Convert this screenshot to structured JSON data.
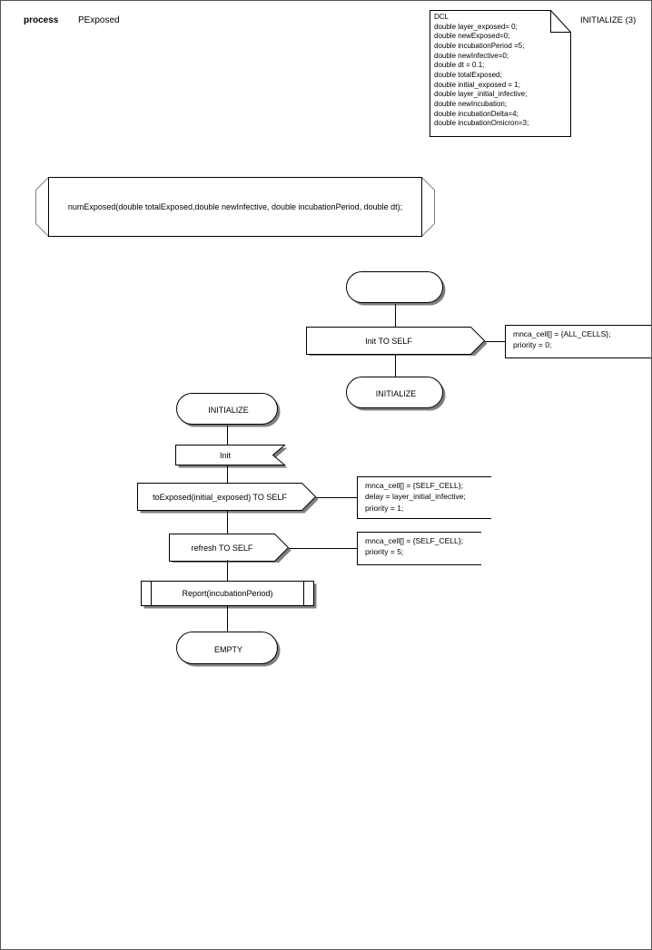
{
  "header": {
    "keyword": "process",
    "process_name": "PExposed",
    "state_counter": "INITIALIZE (3)"
  },
  "declaration_note": {
    "title": "DCL",
    "text": "DCL\ndouble layer_exposed= 0;\ndouble newExposed=0;\ndouble incubationPeriod =5;\ndouble newInfective=0;\ndouble dt = 0.1;\ndouble totalExposed;\ndouble initial_exposed = 1;\ndouble layer_initial_infective;\ndouble newIncubation;\ndouble incubationDelta=4;\ndouble incubationOmicron=3;",
    "lines": [
      "DCL",
      "double layer_exposed= 0;",
      "double newExposed=0;",
      "double incubationPeriod =5;",
      "double newInfective=0;",
      "double dt = 0.1;",
      "double totalExposed;",
      "double initial_exposed = 1;",
      "double layer_initial_infective;",
      "double newIncubation;",
      "double incubationDelta=4;",
      "double incubationOmicron=3;"
    ]
  },
  "procedure_declaration": {
    "signature": "numExposed(double totalExposed,double newInfective, double incubationPeriod, double dt);"
  },
  "upper_flow": {
    "start_state_label": "",
    "output_label": "Init TO SELF",
    "next_state_label": "INITIALIZE",
    "comment": "mnca_cell[] = {ALL_CELLS};\npriority = 0;",
    "comment_lines": [
      "mnca_cell[] = {ALL_CELLS};",
      "priority = 0;"
    ]
  },
  "lower_flow": {
    "state_label": "INITIALIZE",
    "input_label": "Init",
    "output1_label": "toExposed(initial_exposed) TO SELF",
    "output1_comment": "mnca_cell[] = {SELF_CELL};\ndelay = layer_initial_infective;\npriority = 1;",
    "output1_comment_lines": [
      "mnca_cell[] = {SELF_CELL};",
      "delay = layer_initial_infective;",
      "priority = 1;"
    ],
    "output2_label": "refresh TO SELF",
    "output2_comment": "mnca_cell[] = {SELF_CELL};\npriority = 5;",
    "output2_comment_lines": [
      "mnca_cell[] = {SELF_CELL};",
      "priority = 5;"
    ],
    "procedure_call_label": "Report(incubationPeriod)",
    "end_state_label": "EMPTY"
  },
  "colors": {
    "stroke": "#000000",
    "shadow": "#7f7f7f",
    "page_border": "#555555",
    "background": "#ffffff"
  }
}
